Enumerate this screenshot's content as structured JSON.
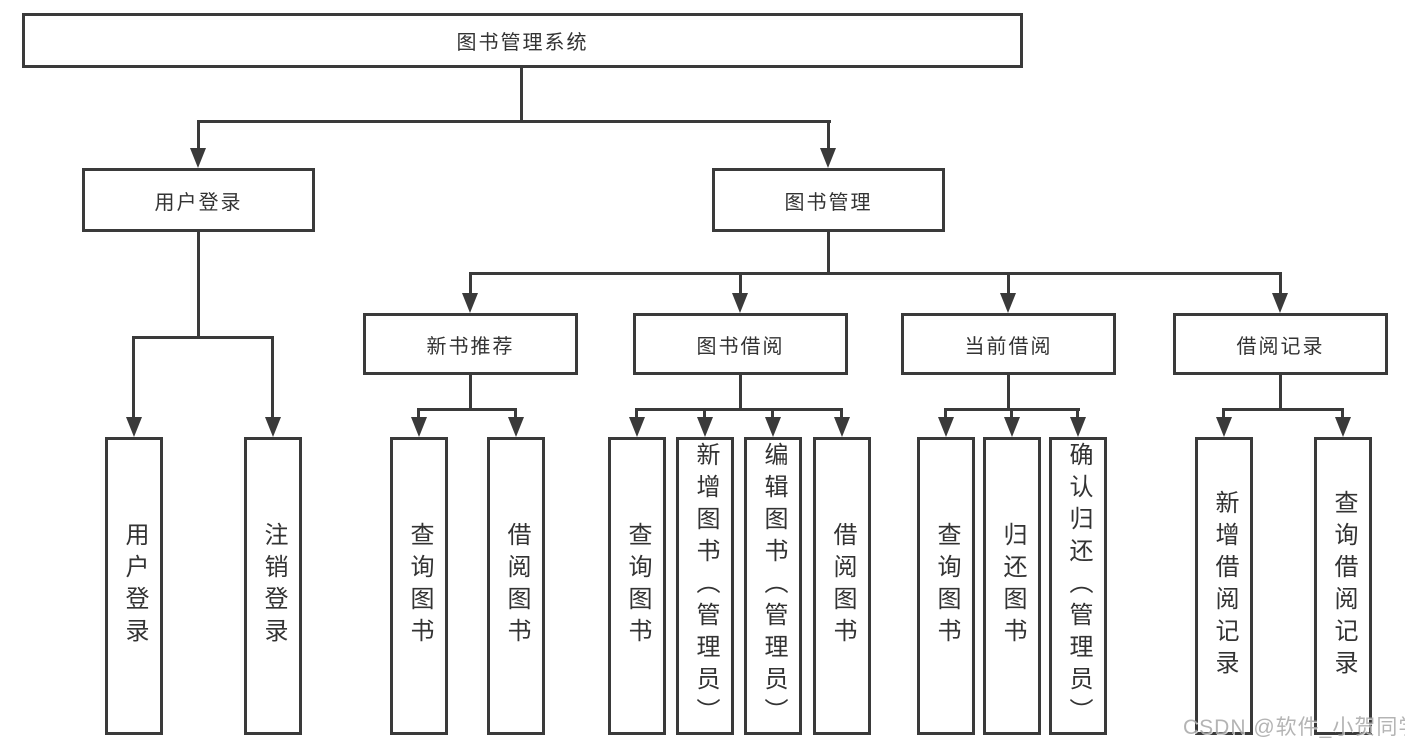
{
  "root": {
    "label": "图书管理系统"
  },
  "branches": [
    {
      "label": "用户登录"
    },
    {
      "label": "图书管理"
    }
  ],
  "modules": [
    {
      "label": "新书推荐"
    },
    {
      "label": "图书借阅"
    },
    {
      "label": "当前借阅"
    },
    {
      "label": "借阅记录"
    }
  ],
  "functions": [
    {
      "label": "用户登录"
    },
    {
      "label": "注销登录"
    },
    {
      "label": "查询图书"
    },
    {
      "label": "借阅图书"
    },
    {
      "label": "查询图书"
    },
    {
      "label": "新增图书（管理员）"
    },
    {
      "label": "编辑图书（管理员）"
    },
    {
      "label": "借阅图书"
    },
    {
      "label": "查询图书"
    },
    {
      "label": "归还图书"
    },
    {
      "label": "确认归还（管理员）"
    },
    {
      "label": "新增借阅记录"
    },
    {
      "label": "查询借阅记录"
    }
  ],
  "watermark": {
    "text": "CSDN @软件_小贺同学"
  },
  "colors": {
    "line": "#3a3a3a",
    "text": "#333333",
    "background": "#ffffff",
    "watermark": "#a8a8a8"
  }
}
